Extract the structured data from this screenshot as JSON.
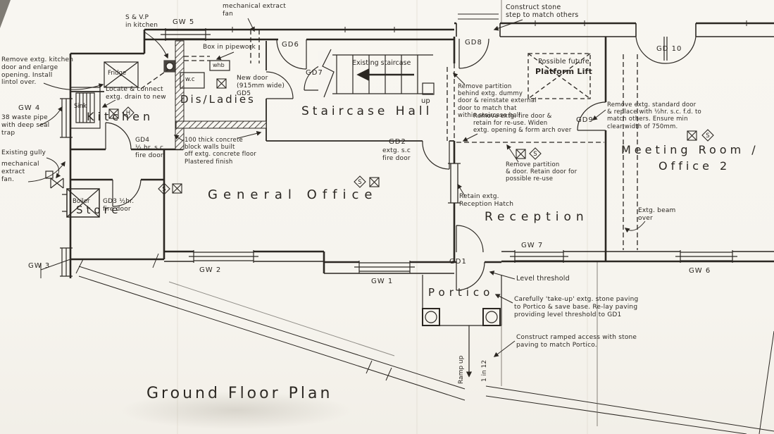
{
  "colors": {
    "paper": "#f7f5f0",
    "ink": "#2b2722"
  },
  "title": "Ground Floor Plan",
  "rooms": {
    "kitchen": "Kitchen",
    "store": "Store",
    "dis_ladies": "Dis/Ladies",
    "staircase_hall": "Staircase Hall",
    "general_office": "General Office",
    "reception": "Reception",
    "meeting_room_line1": "Meeting Room /",
    "meeting_room_line2": "Office 2",
    "portico": "Portico"
  },
  "windows": {
    "gw1": "GW 1",
    "gw2": "GW 2",
    "gw3": "GW 3",
    "gw4": "GW 4",
    "gw5": "GW 5",
    "gw6": "GW 6",
    "gw7": "GW 7"
  },
  "doors": {
    "gd1": "GD1",
    "gd2": "GD2",
    "gd2_note": "extg. s.c\nfire door",
    "gd3_note": "GD3 ½hr.\nfire door",
    "gd4_note": "GD4\n½ hr. s.c\nfire door",
    "gd5_note": "New door\n(915mm wide)\nGD5",
    "gd6": "GD6",
    "gd7": "GD7",
    "gd8": "GD8",
    "gd9": "GD9",
    "gd10": "GD 10"
  },
  "fixtures": {
    "fridge": "Fridge",
    "sink": "Sink",
    "wc": "w.c",
    "whb": "whb",
    "boiler": "Boiler",
    "up": "up",
    "existing_staircase": "Existing staircase",
    "ramp_up": "Ramp up",
    "ramp_gradient": "1 in 12"
  },
  "symbols": {
    "smoke": "S",
    "heat": "H"
  },
  "annotations": {
    "remove_kitchen_door": "Remove extg. kitchen\ndoor and enlarge\nopening. Install\nlintol over.",
    "svp": "S & V.P\nin kitchen",
    "mech_fan_top": "mechanical extract\nfan",
    "box_pipework": "Box in pipework",
    "locate_drain": "Locate & connect\nextg. drain to new",
    "waste_pipe": "38 waste pipe\nwith deep seal\ntrap",
    "gully": "Existing gully",
    "mech_fan_left": "mechanical\nextract\nfan.",
    "concrete_wall": "100 thick concrete\nblock walls built\noff extg. concrete floor\nPlastered finish",
    "stone_step": "Construct stone\nstep to match others",
    "platform_lift_line1": "Possible future",
    "platform_lift_line2": "Platform Lift",
    "remove_partition_dummy": "Remove partition\nbehind extg. dummy\ndoor & reinstate external\ndoor to match that\nwithin staircase hall",
    "remove_fire_door": "Remove extg. fire door &\nretain for re-use. Widen\nextg. opening & form arch over",
    "remove_std_door": "Remove extg. standard door\n& replace with ½hr. s.c. f.d. to\nmatch others. Ensure min\nclear width of 750mm.",
    "remove_partition_door": "Remove partition\n& door. Retain door for\npossible re-use",
    "reception_hatch": "Retain extg.\nReception Hatch",
    "extg_beam": "Extg. beam\nover",
    "level_threshold": "Level threshold",
    "take_up_paving": "Carefully 'take-up' extg. stone paving\nto Portico & save base. Re-lay paving\nproviding level threshold to GD1",
    "ramped_access": "Construct ramped access with stone\npaving to match Portico."
  }
}
